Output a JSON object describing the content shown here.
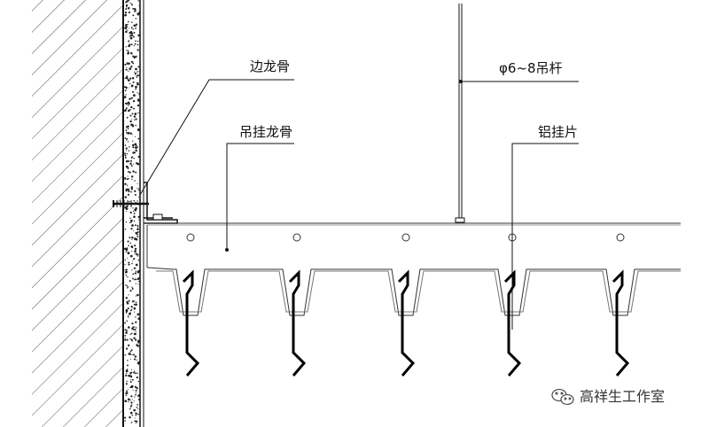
{
  "labels": {
    "edge_keel": "边龙骨",
    "hanging_keel": "吊挂龙骨",
    "rod": "φ6~8吊杆",
    "aluminum_clip": "铝挂片"
  },
  "watermark": {
    "text": "高祥生工作室",
    "icon": "wechat-icon"
  },
  "colors": {
    "line": "#111111",
    "hatch": "#555555"
  }
}
